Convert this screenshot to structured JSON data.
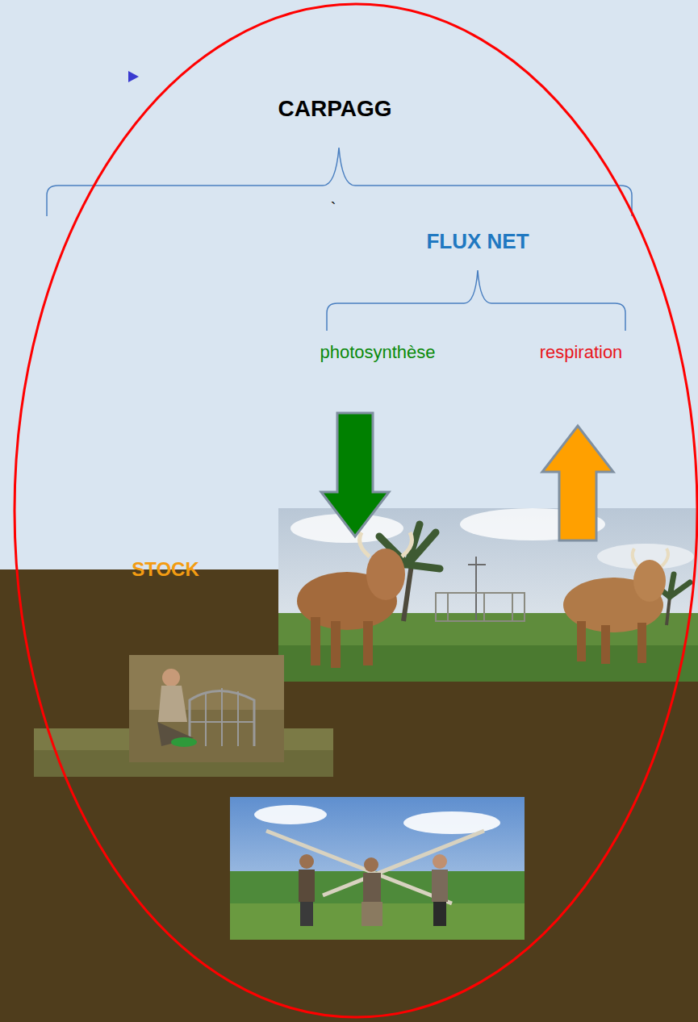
{
  "diagram": {
    "labels": [
      "CARPAGG",
      "`",
      "FLUX NET",
      "photosynthèse",
      "respiration",
      "STOCK"
    ]
  }
}
